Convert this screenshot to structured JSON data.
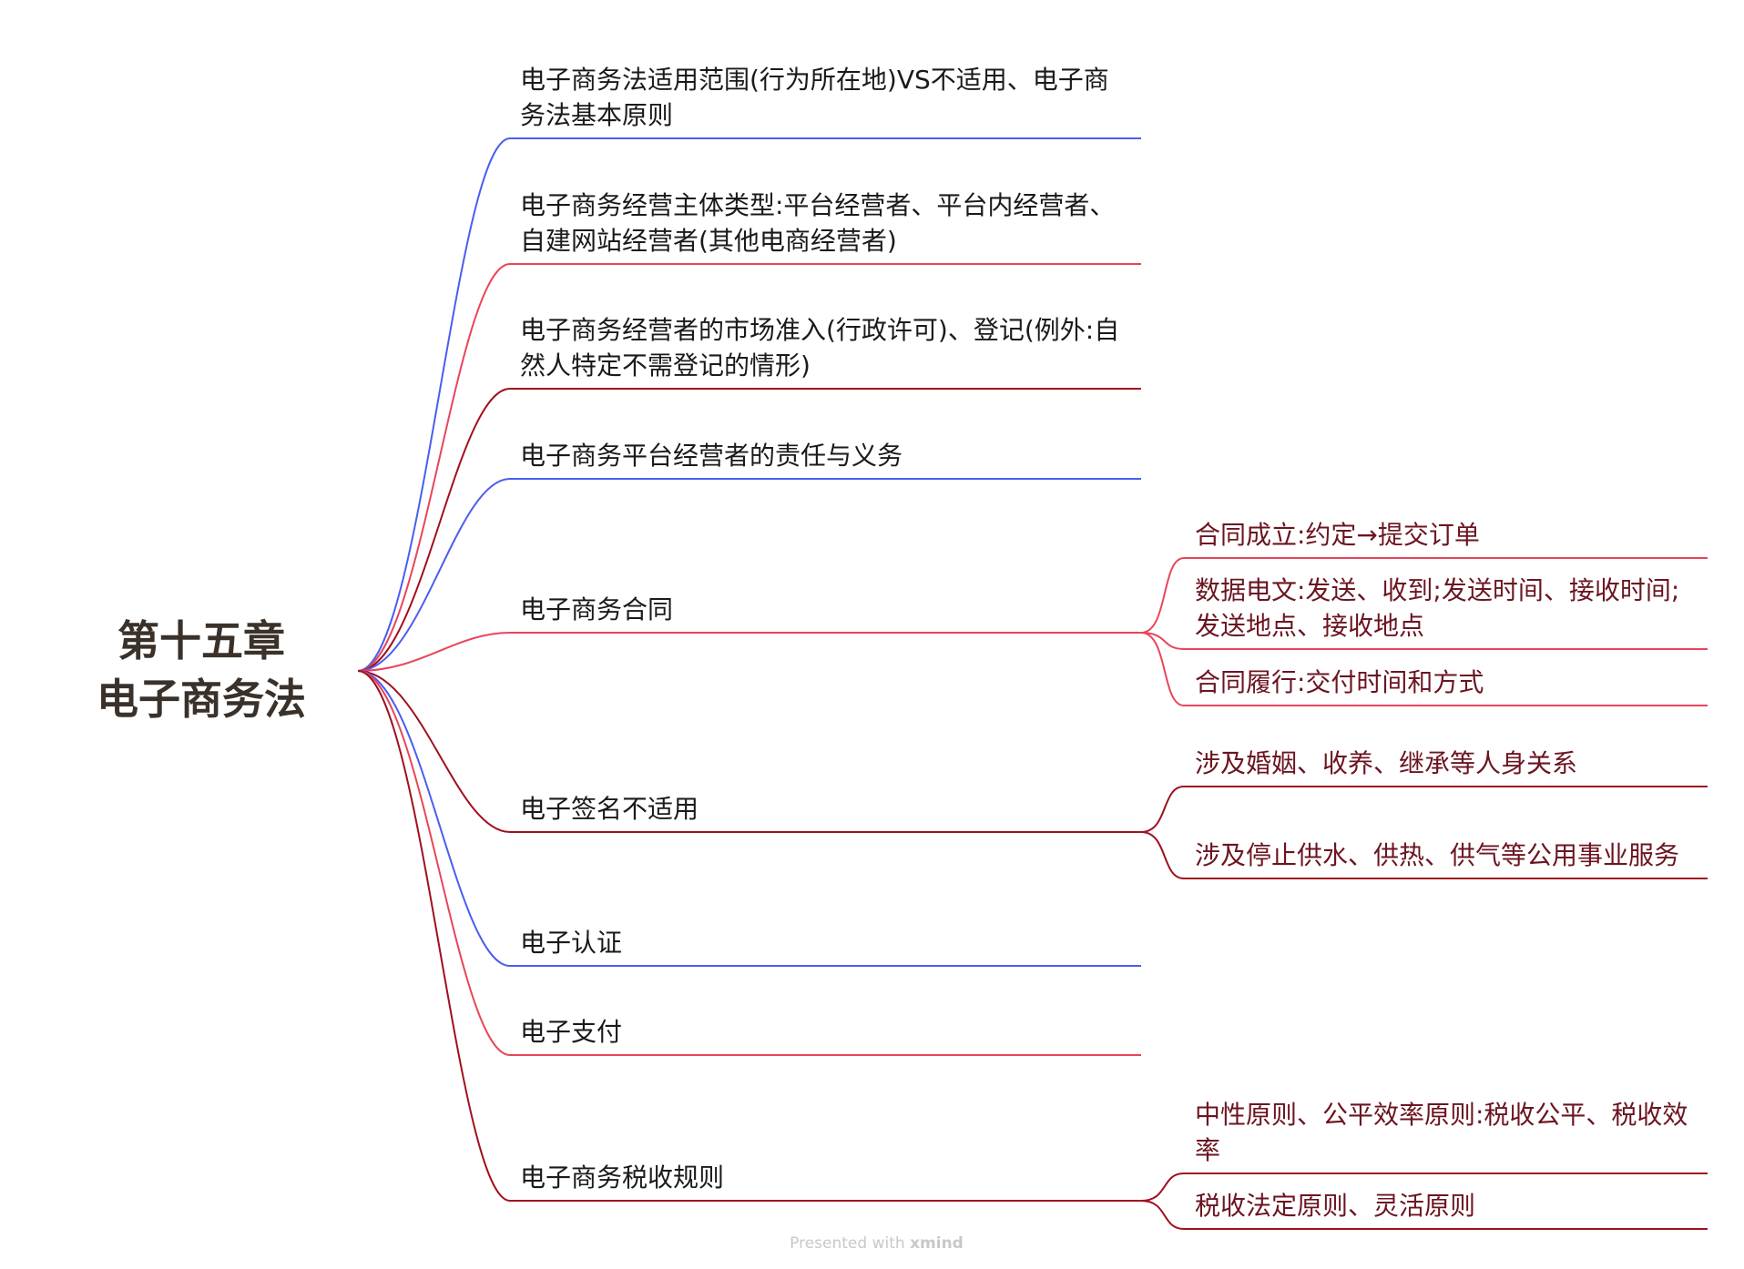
{
  "root": {
    "line1": "第十五章",
    "line2": "电子商务法"
  },
  "colors": {
    "blue": "#4a5ef0",
    "red": "#e8455a",
    "darkred": "#a0101e",
    "subtext": "#6b1520"
  },
  "branches": [
    {
      "label": "电子商务法适用范围(行为所在地)VS不适用、电子商务法基本原则",
      "color": "blue",
      "children": []
    },
    {
      "label": "电子商务经营主体类型:平台经营者、平台内经营者、自建网站经营者(其他电商经营者)",
      "color": "red",
      "children": []
    },
    {
      "label": "电子商务经营者的市场准入(行政许可)、登记(例外:自然人特定不需登记的情形)",
      "color": "darkred",
      "children": []
    },
    {
      "label": "电子商务平台经营者的责任与义务",
      "color": "blue",
      "children": []
    },
    {
      "label": "电子商务合同",
      "color": "red",
      "children": [
        {
          "label": "合同成立:约定→提交订单"
        },
        {
          "label": "数据电文:发送、收到;发送时间、接收时间;发送地点、接收地点"
        },
        {
          "label": "合同履行:交付时间和方式"
        }
      ]
    },
    {
      "label": "电子签名不适用",
      "color": "darkred",
      "children": [
        {
          "label": "涉及婚姻、收养、继承等人身关系"
        },
        {
          "label": "涉及停止供水、供热、供气等公用事业服务"
        }
      ]
    },
    {
      "label": "电子认证",
      "color": "blue",
      "children": []
    },
    {
      "label": "电子支付",
      "color": "red",
      "children": []
    },
    {
      "label": "电子商务税收规则",
      "color": "darkred",
      "children": [
        {
          "label": "中性原则、公平效率原则:税收公平、税收效率"
        },
        {
          "label": "税收法定原则、灵活原则"
        }
      ]
    }
  ],
  "footer": {
    "prefix": "Presented with ",
    "brand": "xmind"
  }
}
